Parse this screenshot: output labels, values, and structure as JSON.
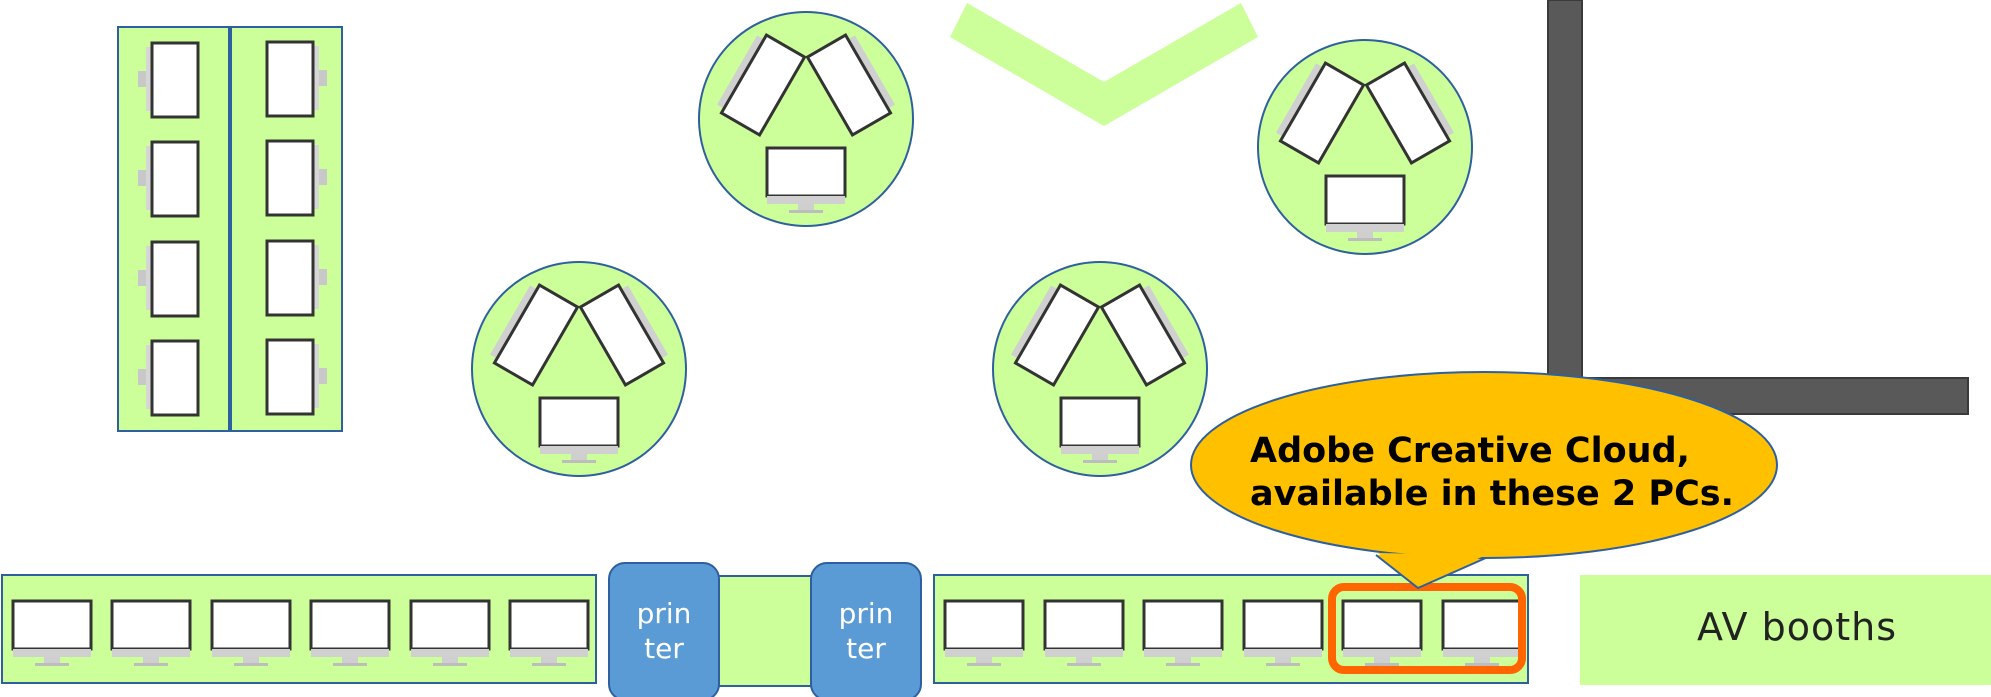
{
  "callout": {
    "line1": "Adobe Creative Cloud,",
    "line2": "available in these 2 PCs."
  },
  "printers": [
    {
      "line1": "prin",
      "line2": "ter"
    },
    {
      "line1": "prin",
      "line2": "ter"
    }
  ],
  "av_booths": {
    "label": "AV booths"
  },
  "colors": {
    "table": "#ccff99",
    "table_stroke": "#2e5f9e",
    "printer": "#5b9bd5",
    "callout": "#ffc000",
    "highlight": "#ff6600",
    "wall": "#595959",
    "av_booth": "#ccff99"
  },
  "icons": [
    "desktop-monitor-icon"
  ]
}
